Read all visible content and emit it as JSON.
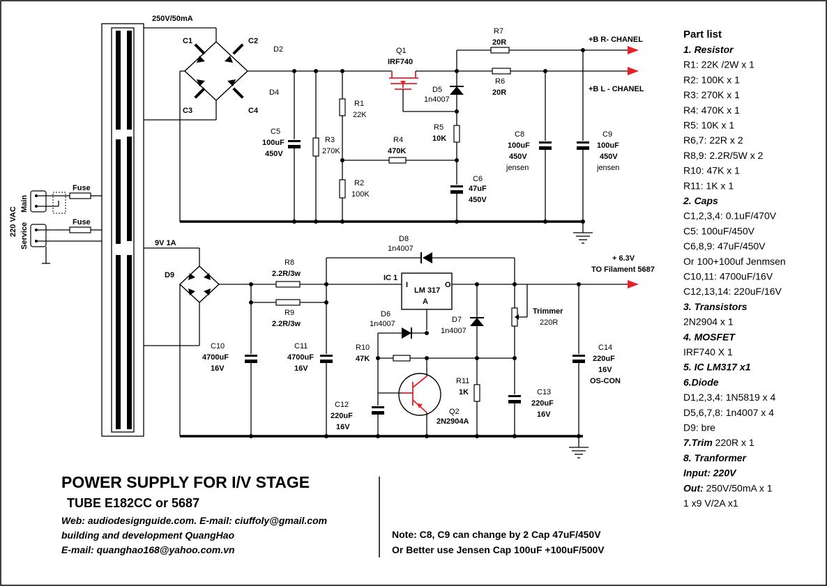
{
  "schematic": {
    "transformer": {
      "secondary_hv": "250V/50mA",
      "secondary_lv": "9V 1A"
    },
    "mains": {
      "voltage": "220 VAC",
      "switch_main": "Main",
      "switch_service": "Service",
      "fuse_1": "Fuse",
      "fuse_2": "Fuse"
    },
    "hv_section": {
      "c1": "C1",
      "c2": "C2",
      "c3": "C3",
      "c4": "C4",
      "d2": "D2",
      "d4": "D4",
      "c5_name": "C5",
      "c5_value": "100uF",
      "c5_voltage": "450V",
      "r3_name": "R3",
      "r3_value": "270K",
      "r1_name": "R1",
      "r1_value": "22K",
      "r2_name": "R2",
      "r2_value": "100K",
      "r4_name": "R4",
      "r4_value": "470K",
      "q1_name": "Q1",
      "q1_value": "IRF740",
      "d5_name": "D5",
      "d5_value": "1n4007",
      "r5_name": "R5",
      "r5_value": "10K",
      "c6_name": "C6",
      "c6_value": "47uF",
      "c6_voltage": "450V",
      "r7_name": "R7",
      "r7_value": "20R",
      "r6_name": "R6",
      "r6_value": "20R",
      "c8_name": "C8",
      "c8_value": "100uF",
      "c8_voltage": "450V",
      "c8_brand": "jensen",
      "c9_name": "C9",
      "c9_value": "100uF",
      "c9_voltage": "450V",
      "c9_brand": "jensen",
      "out_r": "+B  R- CHANEL",
      "out_l": "+B  L - CHANEL"
    },
    "lv_section": {
      "d9": "D9",
      "r8_name": "R8",
      "r8_value": "2.2R/3w",
      "r9_name": "R9",
      "r9_value": "2.2R/3w",
      "c10_name": "C10",
      "c10_value": "4700uF",
      "c10_voltage": "16V",
      "c11_name": "C11",
      "c11_value": "4700uF",
      "c11_voltage": "16V",
      "d8_name": "D8",
      "d8_value": "1n4007",
      "ic_name": "IC 1",
      "ic_value_1": "LM 317",
      "ic_value_2": "A",
      "ic_pin_in": "I",
      "ic_pin_out": "O",
      "d6_name": "D6",
      "d6_value": "1n4007",
      "d7_name": "D7",
      "d7_value": "1n4007",
      "r10_name": "R10",
      "r10_value": "47K",
      "r11_name": "R11",
      "r11_value": "1K",
      "c12_name": "C12",
      "c12_value": "220uF",
      "c12_voltage": "16V",
      "q2_name": "Q2",
      "q2_value": "2N2904A",
      "c13_name": "C13",
      "c13_value": "220uF",
      "c13_voltage": "16V",
      "trim_name": "Trimmer",
      "trim_value": "220R",
      "c14_name": "C14",
      "c14_value": "220uF",
      "c14_voltage": "16V",
      "c14_type": "OS-CON",
      "out_voltage": "+ 6.3V",
      "out_label": "TO Filament 5687"
    }
  },
  "part_list": {
    "heading": "Part list",
    "lines": [
      {
        "text": "1. Resistor",
        "style": "head"
      },
      {
        "text": "R1: 22K /2W x 1",
        "style": "item"
      },
      {
        "text": "R2: 100K x 1",
        "style": "item"
      },
      {
        "text": "R3: 270K x 1",
        "style": "item"
      },
      {
        "text": "R4: 470K x 1",
        "style": "item"
      },
      {
        "text": "R5: 10K x 1",
        "style": "item"
      },
      {
        "text": "R6,7: 22R x 2",
        "style": "item"
      },
      {
        "text": "R8,9: 2.2R/5W x 2",
        "style": "item"
      },
      {
        "text": "R10: 47K x 1",
        "style": "item"
      },
      {
        "text": "R11: 1K x 1",
        "style": "item"
      },
      {
        "text": "2. Caps",
        "style": "head"
      },
      {
        "text": " C1,2,3,4: 0.1uF/470V",
        "style": "item"
      },
      {
        "text": "C5: 100uF/450V",
        "style": "item"
      },
      {
        "text": "C6,8,9: 47uF/450V",
        "style": "item"
      },
      {
        "text": "Or 100+100uf Jenmsen",
        "style": "item"
      },
      {
        "text": "C10,11: 4700uF/16V",
        "style": "item"
      },
      {
        "text": "C12,13,14: 220uF/16V",
        "style": "item"
      },
      {
        "text": "3. Transistors",
        "style": "head"
      },
      {
        "text": "2N2904 x 1",
        "style": "item"
      },
      {
        "text": "4. MOSFET",
        "style": "head"
      },
      {
        "text": "IRF740 X 1",
        "style": "item"
      },
      {
        "text": "5. IC LM317 x1",
        "style": "head"
      },
      {
        "text": "6.Diode",
        "style": "head"
      },
      {
        "text": "D1,2,3,4: 1N5819 x 4",
        "style": "item"
      },
      {
        "text": "D5,6,7,8: 1n4007 x 4",
        "style": "item"
      },
      {
        "text": "D9: bre",
        "style": "item"
      },
      {
        "text": "7.Trim",
        "style": "head",
        "suffix": " 220R x 1"
      },
      {
        "text": "8. Tranformer",
        "style": "head"
      },
      {
        "text": "Input: 220V",
        "style": "head"
      },
      {
        "text": "Out:",
        "style": "head",
        "suffix": " 250V/50mA x 1"
      },
      {
        "text": "1 x9 V/2A x1",
        "style": "item"
      }
    ]
  },
  "footer": {
    "title": "POWER SUPPLY FOR I/V STAGE",
    "subtitle": "TUBE E182CC or 5687",
    "credit_1": "Web: audiodesignguide.com. E-mail: ciuffoly@gmail.com",
    "credit_2": "building and development QuangHao",
    "credit_3": " E-mail: quanghao168@yahoo.com.vn",
    "note_1": "Note: C8, C9 can change by 2 Cap 47uF/450V",
    "note_2": "Or Better use Jensen Cap 100uF +100uF/500V"
  },
  "colors": {
    "accent": "#e8202a",
    "ink": "#000000",
    "background": "#ffffff"
  }
}
